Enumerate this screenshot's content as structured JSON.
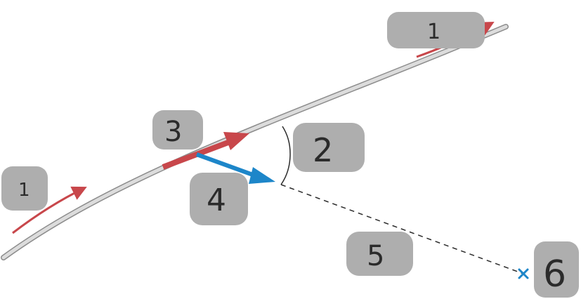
{
  "labels": {
    "track_direction_top": "1",
    "track_direction_left": "1",
    "angle": "2",
    "tangent_vector": "3",
    "direction_vector": "4",
    "dashed_line": "5",
    "target_point": "6"
  },
  "colors": {
    "track_fill": "#d4d4d4",
    "track_edge": "#8c8c8c",
    "red_arrow": "#c8474b",
    "blue_arrow": "#1d86c9",
    "label_bg": "#aeaeae",
    "ink": "#2b2b2b"
  },
  "icons": {
    "target": "x-marker-icon"
  }
}
